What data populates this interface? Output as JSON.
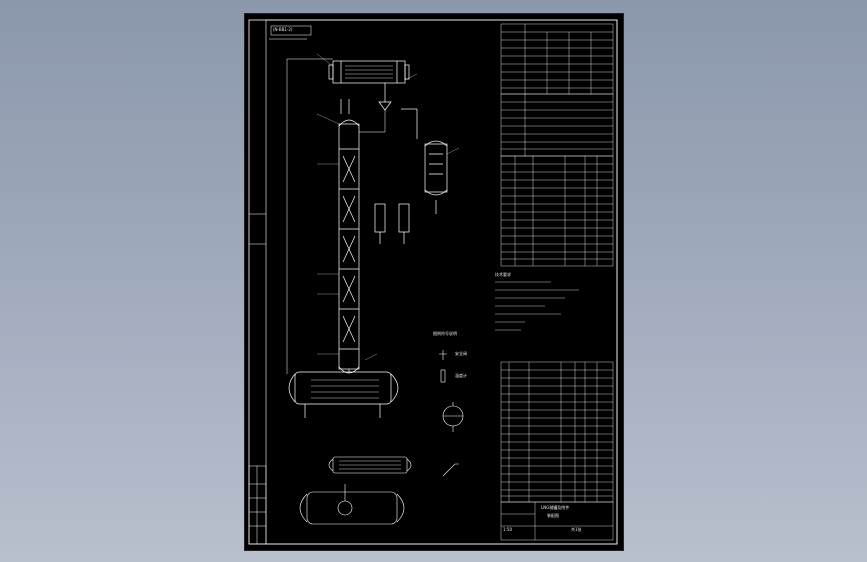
{
  "drawing": {
    "code_box": "(N-BB1-2)",
    "legend_title": "图例符号说明",
    "legend_items": [
      "安全阀",
      "温度计"
    ],
    "tech_req_title": "技术要求",
    "title_block_main": "LNG储罐及附件",
    "title_block_sub": "装配图",
    "scale_text": "1:50",
    "sheet_text": "共1张"
  },
  "colors": {
    "background": "#97a2b5",
    "sheet": "#000000",
    "line": "#ffffff",
    "accent": "#e8e8e8"
  }
}
